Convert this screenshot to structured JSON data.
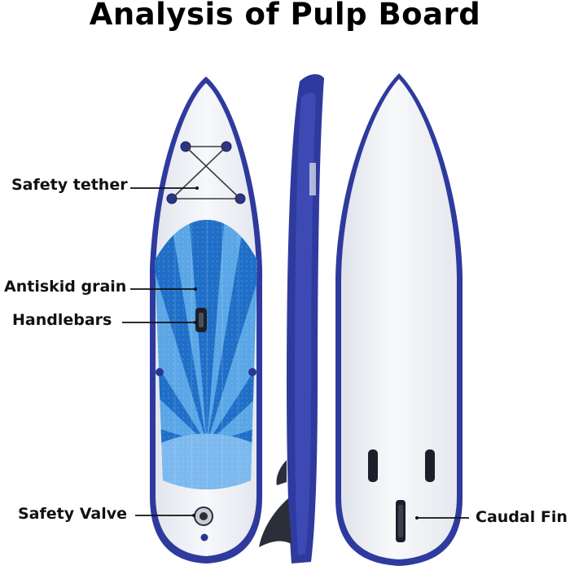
{
  "title": "Analysis of Pulp Board",
  "labels": {
    "safety_tether": "Safety tether",
    "antiskid_grain": "Antiskid grain",
    "handlebars": "Handlebars",
    "safety_valve": "Safety Valve",
    "caudal_fin": "Caudal Fin"
  },
  "colors": {
    "rail_navy": "#2f3a9e",
    "deck_white": "#eef1f5",
    "pad_light": "#5aa6e6",
    "pad_dark": "#1f6fc8",
    "fin": "#2a2f3a"
  }
}
